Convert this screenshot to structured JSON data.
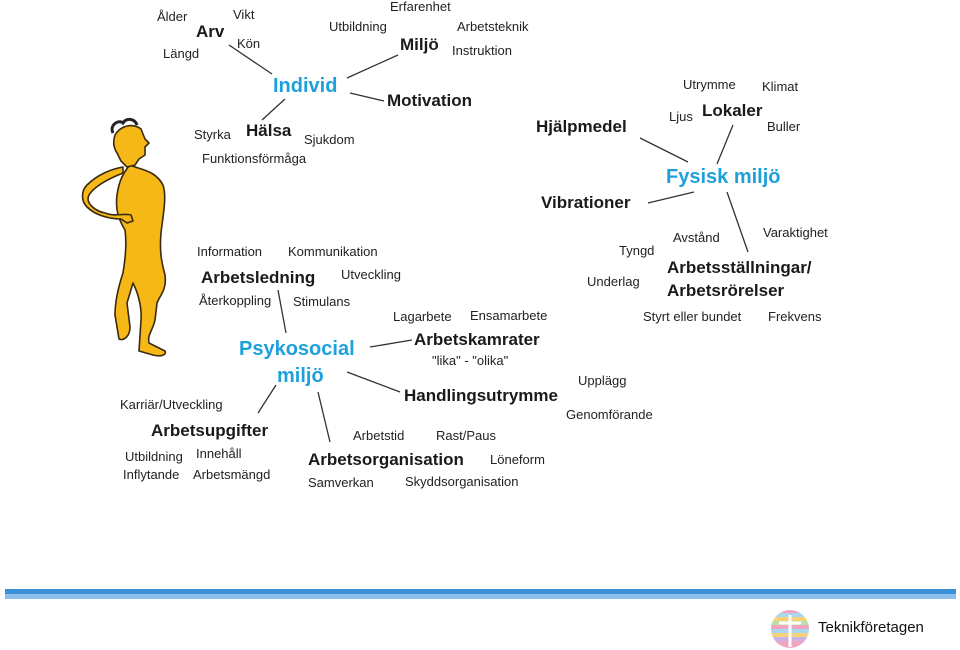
{
  "diagram": {
    "individ": {
      "hub": "Individ",
      "arv": "Arv",
      "arv_items": [
        "Ålder",
        "Vikt",
        "Längd",
        "Kön"
      ],
      "miljo": "Miljö",
      "miljo_items": [
        "Erfarenhet",
        "Utbildning",
        "Arbetsteknik",
        "Instruktion"
      ],
      "motivation": "Motivation",
      "halsa": "Hälsa",
      "halsa_items": [
        "Styrka",
        "Sjukdom",
        "Funktionsförmåga"
      ]
    },
    "fysisk": {
      "hub": "Fysisk miljö",
      "hjalpmedel": "Hjälpmedel",
      "vibrationer": "Vibrationer",
      "lokaler": "Lokaler",
      "lokaler_items": [
        "Utrymme",
        "Klimat",
        "Ljus",
        "Buller"
      ],
      "arbetsstallningar_1": "Arbetsställningar/",
      "arbetsstallningar_2": "Arbetsrörelser",
      "arbetsstallningar_items": [
        "Avstånd",
        "Varaktighet",
        "Tyngd",
        "Underlag",
        "Styrt eller bundet",
        "Frekvens"
      ]
    },
    "psykosocial": {
      "hub_1": "Psykosocial",
      "hub_2": "miljö",
      "arbetsledning": "Arbetsledning",
      "arbetsledning_items": [
        "Information",
        "Kommunikation",
        "Utveckling",
        "Återkoppling",
        "Stimulans"
      ],
      "arbetskamrater": "Arbetskamrater",
      "arbetskamrater_items": [
        "Lagarbete",
        "Ensamarbete",
        "\"lika\" - \"olika\""
      ],
      "handlingsutrymme": "Handlingsutrymme",
      "handlingsutrymme_items": [
        "Upplägg",
        "Genomförande"
      ],
      "arbetsupgifter": "Arbetsupgifter",
      "arbetsupgifter_items": [
        "Karriär/Utveckling",
        "Utbildning",
        "Innehåll",
        "Inflytande",
        "Arbetsmängd"
      ],
      "arbetsorganisation": "Arbetsorganisation",
      "arbetsorganisation_items": [
        "Arbetstid",
        "Rast/Paus",
        "Löneform",
        "Samverkan",
        "Skyddsorganisation"
      ]
    }
  },
  "footer": {
    "brand": "Teknikföretagen",
    "bar_color_dark": "#3a8fd6",
    "bar_color_light": "#8cc0ea"
  },
  "figure_icon": "person-figure-icon",
  "logo_icon": "teknikforetagen-logo-icon"
}
